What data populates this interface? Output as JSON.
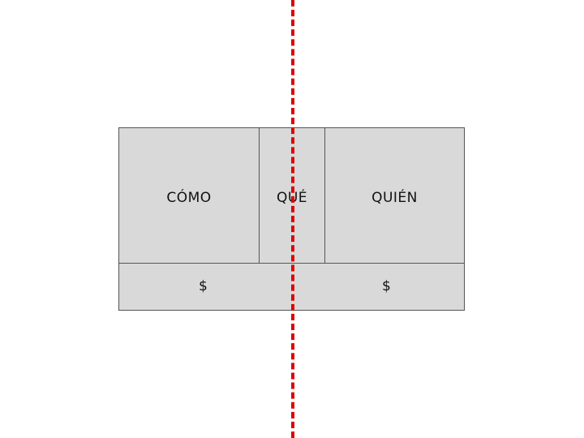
{
  "diagram": {
    "cells": {
      "como": "CÓMO",
      "que": "QUÉ",
      "quien": "QUIÉN"
    },
    "money": {
      "left": "$",
      "right": "$"
    }
  },
  "colors": {
    "cell_fill": "#d9d9d9",
    "border": "#555555",
    "divider": "#e00000"
  }
}
